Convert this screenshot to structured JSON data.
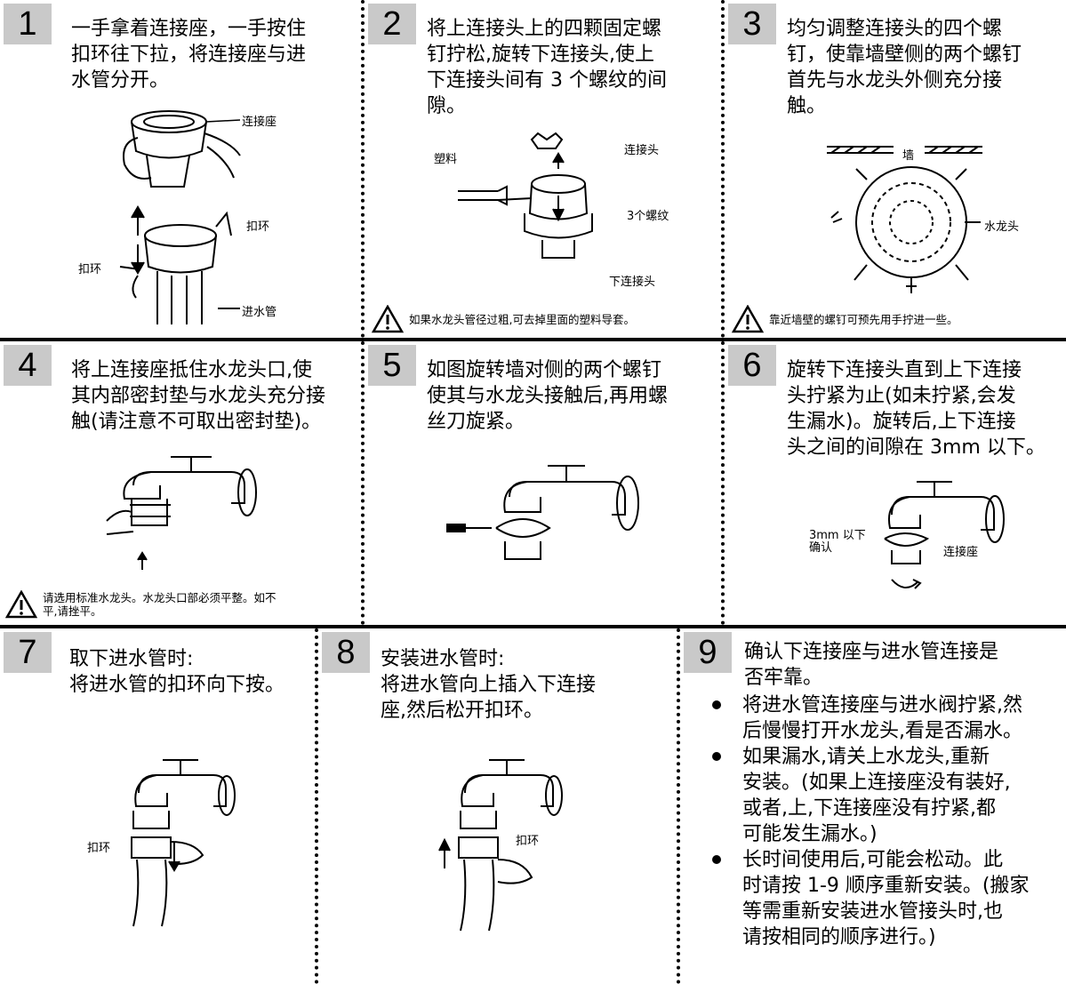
{
  "steps": [
    {
      "num": "1",
      "text": "一手拿着连接座，一手按住\n扣环往下拉，将连接座与进\n水管分开。",
      "labels": {
        "connector": "连接座",
        "ring_top": "扣环",
        "ring_left": "扣环",
        "hose": "进水管"
      }
    },
    {
      "num": "2",
      "text": "将上连接头上的四颗固定螺\n钉拧松,旋转下连接头,使上\n下连接头间有 3 个螺纹的间\n隙。",
      "labels": {
        "plastic": "塑料",
        "connector": "连接头",
        "threads": "3个螺纹",
        "lower": "下连接头"
      },
      "warning": "如果水龙头管径过粗,可去掉里面的塑料导套。"
    },
    {
      "num": "3",
      "text": "均匀调整连接头的四个螺\n钉，使靠墙壁侧的两个螺钉\n首先与水龙头外侧充分接\n触。",
      "labels": {
        "wall": "墙",
        "faucet": "水龙头"
      },
      "warning": "靠近墙壁的螺钉可预先用手拧进一些。"
    },
    {
      "num": "4",
      "text": "将上连接座抵住水龙头口,使\n其内部密封垫与水龙头充分接\n触(请注意不可取出密封垫)。",
      "warning": "请选用标准水龙头。水龙头口部必须平整。如不\n平,请挫平。"
    },
    {
      "num": "5",
      "text": "如图旋转墙对侧的两个螺钉\n使其与水龙头接触后,再用螺\n丝刀旋紧。"
    },
    {
      "num": "6",
      "text": "旋转下连接头直到上下连接\n头拧紧为止(如未拧紧,会发\n生漏水)。旋转后,上下连接\n头之间的间隙在 3mm 以下。",
      "labels": {
        "gap": "3mm 以下\n确认",
        "connector": "连接座"
      }
    },
    {
      "num": "7",
      "text": "取下进水管时:\n将进水管的扣环向下按。",
      "labels": {
        "ring": "扣环"
      }
    },
    {
      "num": "8",
      "text": "安装进水管时:\n将进水管向上插入下连接\n座,然后松开扣环。",
      "labels": {
        "ring": "扣环"
      }
    },
    {
      "num": "9",
      "text": "确认下连接座与进水管连接是\n否牢靠。",
      "bullets": [
        "将进水管连接座与进水阀拧紧,然\n后慢慢打开水龙头,看是否漏水。",
        "如果漏水,请关上水龙头,重新\n安装。(如果上连接座没有装好,\n或者,上,下连接座没有拧紧,都\n可能发生漏水。)",
        "长时间使用后,可能会松动。此\n时请按 1-9 顺序重新安装。(搬家\n等需重新安装进水管接头时,也\n请按相同的顺序进行。)"
      ]
    }
  ]
}
